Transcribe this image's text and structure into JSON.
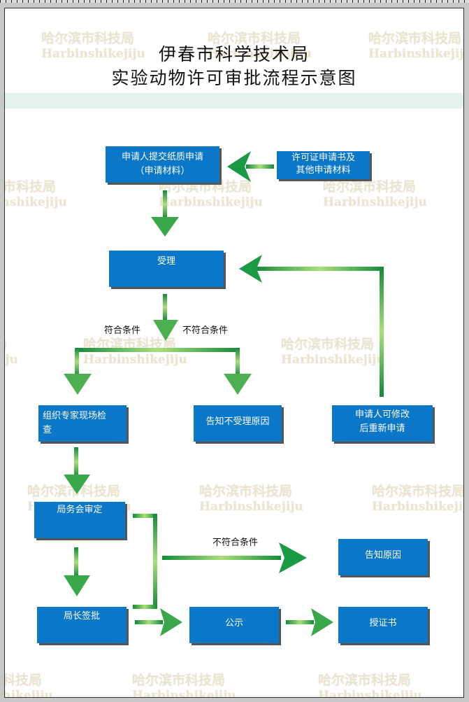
{
  "title": {
    "line1": "伊春市科学技术局",
    "line2": "实验动物许可审批流程示意图"
  },
  "watermark": {
    "cn": "哈尔滨市科技局",
    "en": "Harbinshikejiju"
  },
  "nodes": {
    "submit": {
      "line1": "申请人提交纸质申请",
      "line2": "（申请材料）"
    },
    "materials": {
      "line1": "许可证申请书及",
      "line2": "其他申请材料"
    },
    "accept": {
      "line1": "受理"
    },
    "inspect": {
      "line1": "组织专家现场检",
      "line2": "查"
    },
    "reject_notice": {
      "line1": "告知不受理原因"
    },
    "resubmit": {
      "line1": "申请人可修改",
      "line2": "后重新申请"
    },
    "committee": {
      "line1": "局务会审定"
    },
    "director": {
      "line1": "局长签批"
    },
    "notify_reason": {
      "line1": "告知原因"
    },
    "publicize": {
      "line1": "公示"
    },
    "certificate": {
      "line1": "授证书"
    }
  },
  "labels": {
    "qualified": "符合条件",
    "unqualified": "不符合条件",
    "unqualified2": "不符合条件"
  },
  "colors": {
    "box": "#0a77c8",
    "arrow_dark": "#138a3a",
    "arrow_light": "#a8e07a"
  }
}
